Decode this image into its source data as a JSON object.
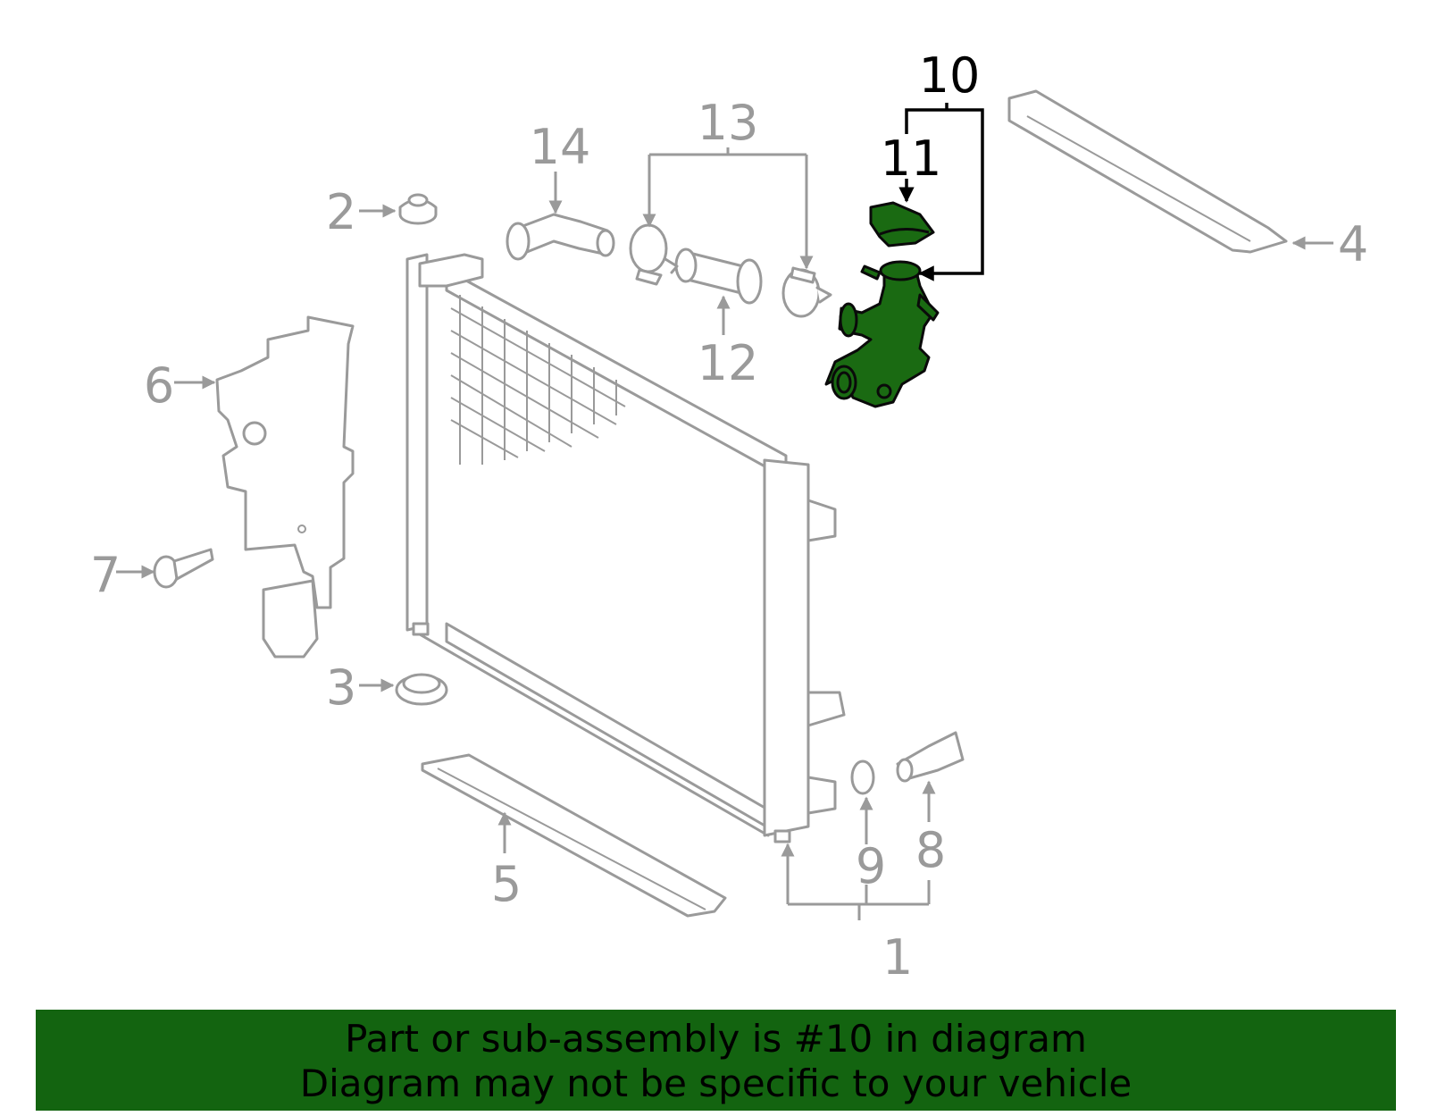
{
  "callouts": {
    "c1": "1",
    "c2": "2",
    "c3": "3",
    "c4": "4",
    "c5": "5",
    "c6": "6",
    "c7": "7",
    "c8": "8",
    "c9": "9",
    "c10": "10",
    "c11": "11",
    "c12": "12",
    "c13": "13",
    "c14": "14"
  },
  "highlighted_part": "10",
  "colors": {
    "highlight": "#1a6a12",
    "banner": "#136410",
    "line": "#9a9a9a"
  },
  "banner": {
    "line1": "Part or sub-assembly is #10 in diagram",
    "line2": "Diagram may not be specific to your vehicle"
  }
}
